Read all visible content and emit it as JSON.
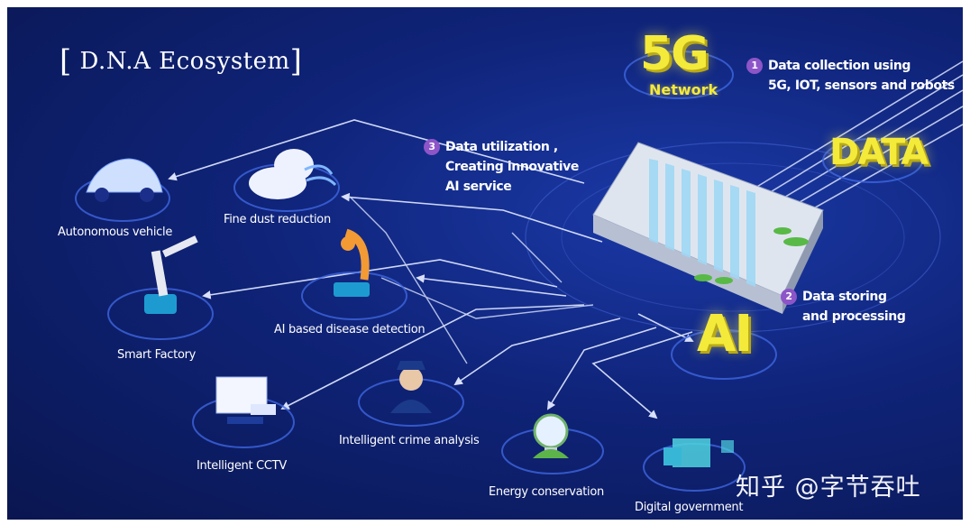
{
  "title": "D.N.A Ecosystem",
  "badges": {
    "network_5g": "5G",
    "network_label": "Network",
    "data": "DATA",
    "ai": "AI"
  },
  "steps": [
    {
      "number": "1",
      "line1": "Data collection using",
      "line2": "5G, IOT, sensors and robots",
      "line3": ""
    },
    {
      "number": "2",
      "line1": "Data storing",
      "line2": "and processing",
      "line3": ""
    },
    {
      "number": "3",
      "line1": "Data utilization ,",
      "line2": "Creating innovative",
      "line3": "AI service"
    }
  ],
  "services": [
    {
      "label": "Autonomous vehicle",
      "icon": "car-icon"
    },
    {
      "label": "Fine dust reduction",
      "icon": "cloud-icon"
    },
    {
      "label": "Smart Factory",
      "icon": "robot-arm-icon"
    },
    {
      "label": "AI based disease detection",
      "icon": "microscope-icon"
    },
    {
      "label": "Intelligent CCTV",
      "icon": "cctv-icon"
    },
    {
      "label": "Intelligent crime analysis",
      "icon": "police-officer-icon"
    },
    {
      "label": "Energy conservation",
      "icon": "light-bulb-icon"
    },
    {
      "label": "Digital government",
      "icon": "data-cubes-icon"
    }
  ],
  "watermark": "知乎 @字节吞吐",
  "colors": {
    "background": "#0f2378",
    "yellow": "#f4ea3a",
    "badge": "#8d55c8",
    "line": "#c9d3f5"
  }
}
